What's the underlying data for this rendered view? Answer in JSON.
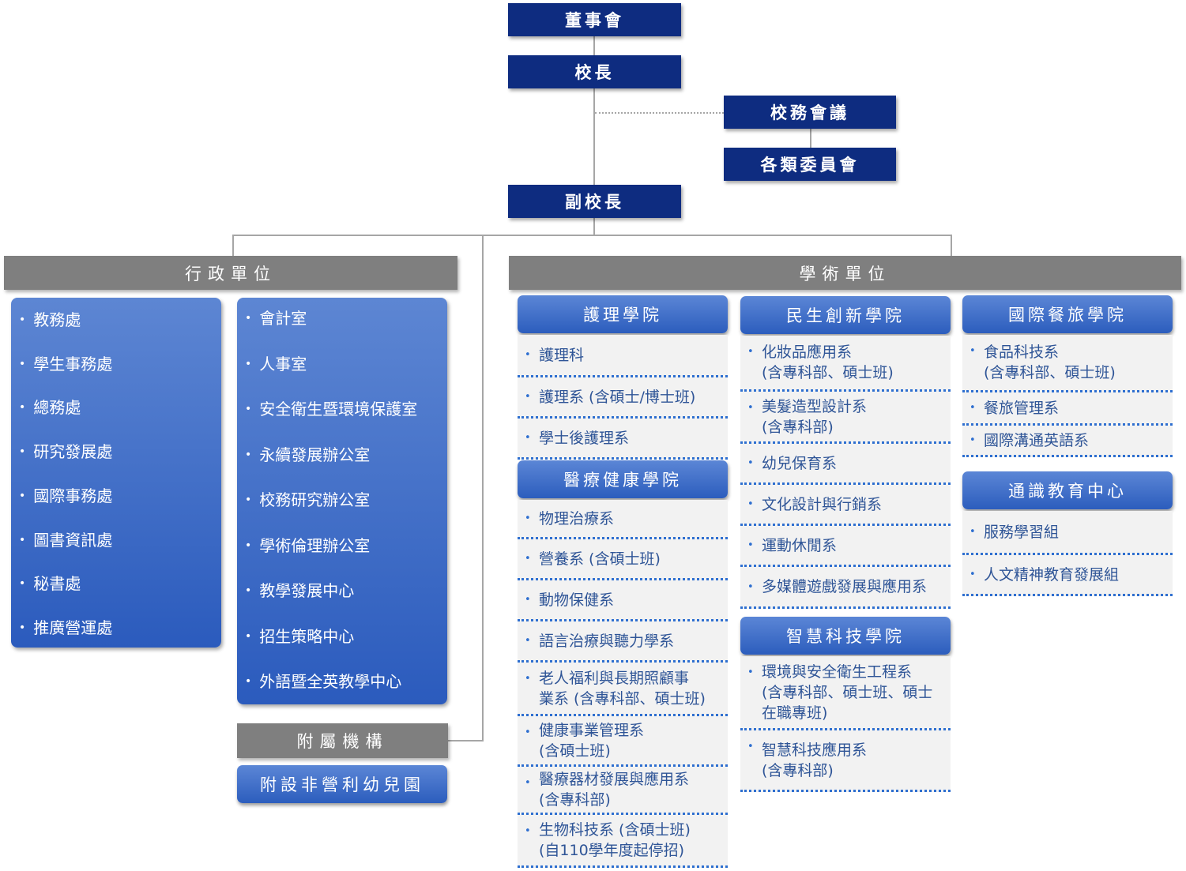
{
  "top": {
    "board": "董事會",
    "president": "校長",
    "council": "校務會議",
    "committees": "各類委員會",
    "vice_president": "副校長"
  },
  "admin": {
    "title": "行政單位",
    "col1": [
      "教務處",
      "學生事務處",
      "總務處",
      "研究發展處",
      "國際事務處",
      "圖書資訊處",
      "秘書處",
      "推廣營運處"
    ],
    "col2": [
      "會計室",
      "人事室",
      "安全衛生暨環境保護室",
      "永續發展辦公室",
      "校務研究辦公室",
      "學術倫理辦公室",
      "教學發展中心",
      "招生策略中心",
      "外語暨全英教學中心"
    ],
    "affiliated_title": "附屬機構",
    "affiliated": "附設非營利幼兒園"
  },
  "academic": {
    "title": "學術單位",
    "colleges": [
      {
        "name": "護理學院",
        "items": [
          [
            "護理科"
          ],
          [
            "護理系 (含碩士/博士班)"
          ],
          [
            "學士後護理系"
          ]
        ]
      },
      {
        "name": "醫療健康學院",
        "items": [
          [
            "物理治療系"
          ],
          [
            "營養系 (含碩士班)"
          ],
          [
            "動物保健系"
          ],
          [
            "語言治療與聽力學系"
          ],
          [
            "老人福利與長期照顧事",
            "業系 (含專科部、碩士班)"
          ],
          [
            "健康事業管理系",
            "(含碩士班)"
          ],
          [
            "醫療器材發展與應用系",
            "(含專科部)"
          ],
          [
            "生物科技系 (含碩士班)",
            "(自110學年度起停招)"
          ]
        ]
      },
      {
        "name": "民生創新學院",
        "items": [
          [
            "化妝品應用系",
            "(含專科部、碩士班)"
          ],
          [
            "美髮造型設計系",
            "(含專科部)"
          ],
          [
            "幼兒保育系"
          ],
          [
            "文化設計與行銷系"
          ],
          [
            "運動休閒系"
          ],
          [
            "多媒體遊戲發展與應用系"
          ]
        ]
      },
      {
        "name": "智慧科技學院",
        "items": [
          [
            "環境與安全衛生工程系",
            "(含專科部、碩士班、碩士",
            "在職專班)"
          ],
          [
            "智慧科技應用系",
            "(含專科部)"
          ]
        ]
      },
      {
        "name": "國際餐旅學院",
        "items": [
          [
            "食品科技系",
            "(含專科部、碩士班)"
          ],
          [
            "餐旅管理系"
          ],
          [
            "國際溝通英語系"
          ]
        ]
      },
      {
        "name": "通識教育中心",
        "items": [
          [
            "服務學習組"
          ],
          [
            "人文精神教育發展組"
          ]
        ]
      }
    ]
  }
}
